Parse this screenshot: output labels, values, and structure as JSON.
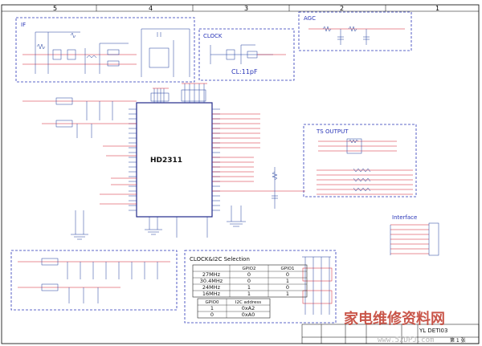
{
  "colors": {
    "wire": "#1f3d9c",
    "net": "#d11a2a",
    "box": "#2a36b8",
    "chip": "#222a8a",
    "watermark": "#c0392b",
    "watermark_url": "#b8b8b8"
  },
  "border": {
    "columns": [
      "5",
      "4",
      "3",
      "2",
      "1"
    ]
  },
  "blocks": {
    "if": "IF",
    "clock": "CLOCK",
    "clock_note": "CL:11pF",
    "agc": "AGC",
    "ts_output": "TS OUTPUT",
    "interface": "Interface",
    "clock_i2c_title": "CLOCK&I2C Selection"
  },
  "chip": {
    "name": "HD2311"
  },
  "clock_table": {
    "headers": [
      "",
      "GPIO2",
      "GPIO1"
    ],
    "rows": [
      [
        "27MHz",
        "0",
        "0"
      ],
      [
        "30.4MHz",
        "0",
        "1"
      ],
      [
        "24MHz",
        "1",
        "0"
      ],
      [
        "16MHz",
        "1",
        "1"
      ]
    ]
  },
  "i2c_table": {
    "headers": [
      "GPIO0",
      "I2C address"
    ],
    "rows": [
      [
        "1",
        "0xA2"
      ],
      [
        "0",
        "0xA0"
      ]
    ]
  },
  "title_block": {
    "project": "YL DETI03",
    "sheet": "第 1 张"
  },
  "watermark": {
    "text": "家电维修资料网",
    "url": "www.52DPJ.com"
  },
  "icons": [
    "ground-icon",
    "capacitor-icon",
    "inductor-icon",
    "resistor-icon",
    "crystal-icon"
  ]
}
